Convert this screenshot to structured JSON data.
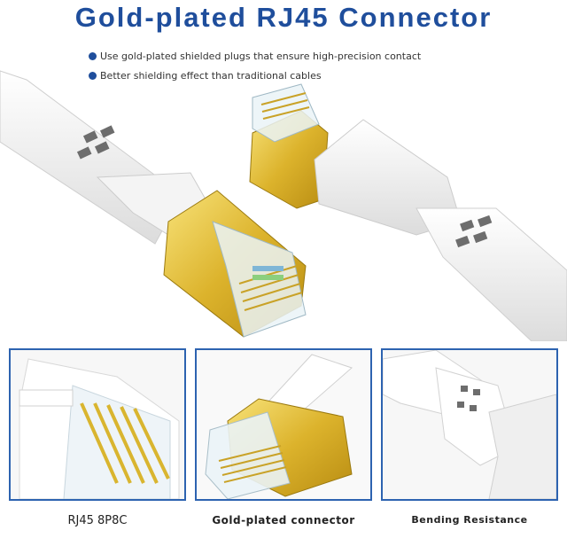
{
  "title": "Gold-plated RJ45 Connector",
  "bullets": [
    "Use gold-plated shielded plugs that ensure high-precision contact",
    "Better shielding effect than traditional cables"
  ],
  "captions": [
    "RJ45 8P8C",
    "Gold-plated connector",
    "Bending Resistance"
  ],
  "colors": {
    "title": "#1f4e9c",
    "frame": "#2d63b0",
    "gold": "#e8c33a",
    "cable": "#f2f2f2"
  }
}
